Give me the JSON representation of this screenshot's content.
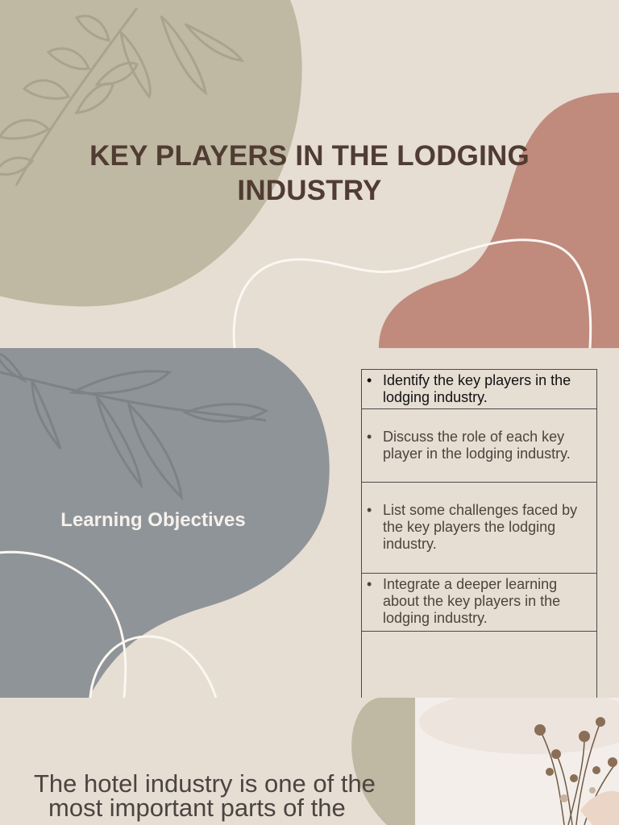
{
  "slide1": {
    "title": "KEY PLAYERS IN THE LODGING INDUSTRY"
  },
  "slide2": {
    "heading": "Learning Objectives",
    "bullet_glyph": "•",
    "objectives": [
      "Identify the key players in the lodging industry.",
      "Discuss the role of each key player in the lodging industry.",
      "List some challenges faced by the key players the lodging industry.",
      "Integrate a deeper learning about the key players in the lodging industry."
    ]
  },
  "slide3": {
    "bullet_glyph": "",
    "line1": "The hotel industry is one of the",
    "line2": "most important parts of the"
  },
  "colors": {
    "background": "#e6ddd3",
    "olive_blob": "#bfb8a2",
    "rose_blob": "#c08a7d",
    "slate_blob": "#8f9498",
    "title_text": "#503c33"
  },
  "icons": [
    "leaf-branch-icon",
    "leaf-branch-icon",
    "dried-flowers-photo"
  ]
}
